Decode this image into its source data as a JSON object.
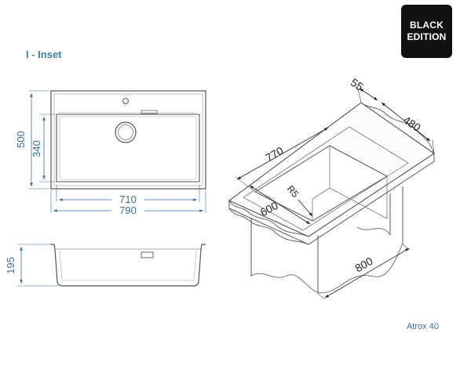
{
  "badge": {
    "line1": "BLACK",
    "line2": "EDITION"
  },
  "section_title": "I - Inset",
  "model_label": "Atrox 40",
  "top_view": {
    "height_overall": "500",
    "height_bowl": "340",
    "width_bowl": "710",
    "width_overall": "790"
  },
  "side_view": {
    "depth": "195"
  },
  "iso_view": {
    "ledge": "55",
    "depth_overall": "480",
    "length_bowl": "770",
    "radius": "R5",
    "width_bowl": "600",
    "cabinet": "800"
  },
  "colors": {
    "dimension": "#3a6f9e",
    "outline": "#555555",
    "badge": "#111111"
  }
}
